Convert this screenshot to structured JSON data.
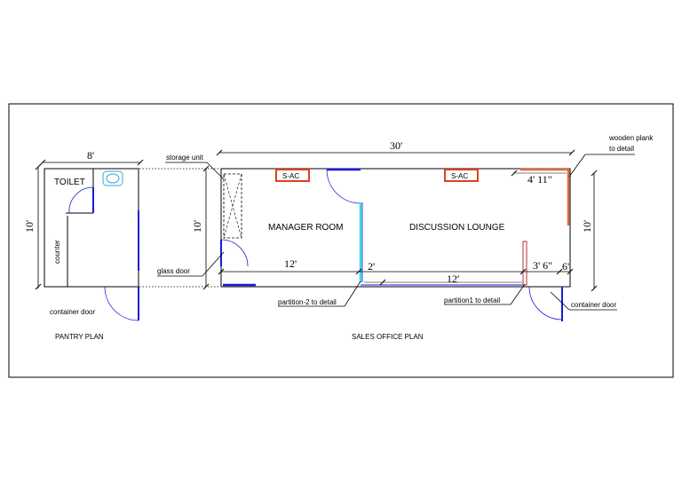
{
  "pantry": {
    "title": "PANTRY PLAN",
    "toilet": "TOILET",
    "counter": "counter",
    "width": "8'",
    "depth": "10'",
    "container_door": "container door"
  },
  "office": {
    "title": "SALES OFFICE PLAN",
    "manager_room": "MANAGER ROOM",
    "discussion_lounge": "DISCUSSION LOUNGE",
    "ac_left": "S-AC",
    "ac_right": "S-AC",
    "total_length": "30'",
    "depth_left": "10'",
    "depth_right": "10'",
    "manager_width": "12'",
    "corridor_width": "2'",
    "lounge_width": "12'",
    "right_part_1": "3' 6\"",
    "right_part_2": "6'",
    "plank_width": "4' 11\""
  },
  "callouts": {
    "storage_unit": "storage unit",
    "glass_door": "glass  door",
    "partition2": "partition-2 to detail",
    "partition1": "partition1 to detail",
    "container_door": "container door",
    "wooden_plank_line1": "wooden plank",
    "wooden_plank_line2": "to detail"
  },
  "colors": {
    "wall": "#000000",
    "door": "#1a1adc",
    "glass": "#33dde6",
    "ac": "#e0401a",
    "plank": "#e06a3a",
    "partition": "#b03030"
  }
}
